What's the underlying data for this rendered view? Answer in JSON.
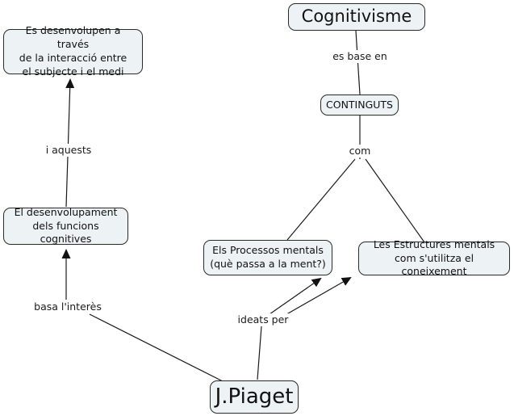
{
  "diagram": {
    "title": "Cognitivisme concept map",
    "colors": {
      "node_fill": "#edf2f4",
      "node_border": "#2a2a2a",
      "line": "#1a1a1a",
      "background": "#ffffff"
    },
    "nodes": {
      "cognitivisme": "Cognitivisme",
      "es_desenvolupen": "Es desenvolupen a través\nde la interacció entre\nel subjecte i el medi",
      "continguts": "CONTINGUTS",
      "el_desenvolupament": "El desenvolupament\ndels funcions cognitives",
      "els_processos": "Els Processos mentals\n(què passa a la ment?)",
      "les_estructures": "Les Estructures mentals\ncom s'utilitza el coneixement",
      "j_piaget": "J.Piaget"
    },
    "link_labels": {
      "es_base_en": "es base en",
      "com": "com",
      "i_aquests": "i aquests",
      "basa_interes": "basa l'interès",
      "ideats_per": "ideats per"
    }
  }
}
